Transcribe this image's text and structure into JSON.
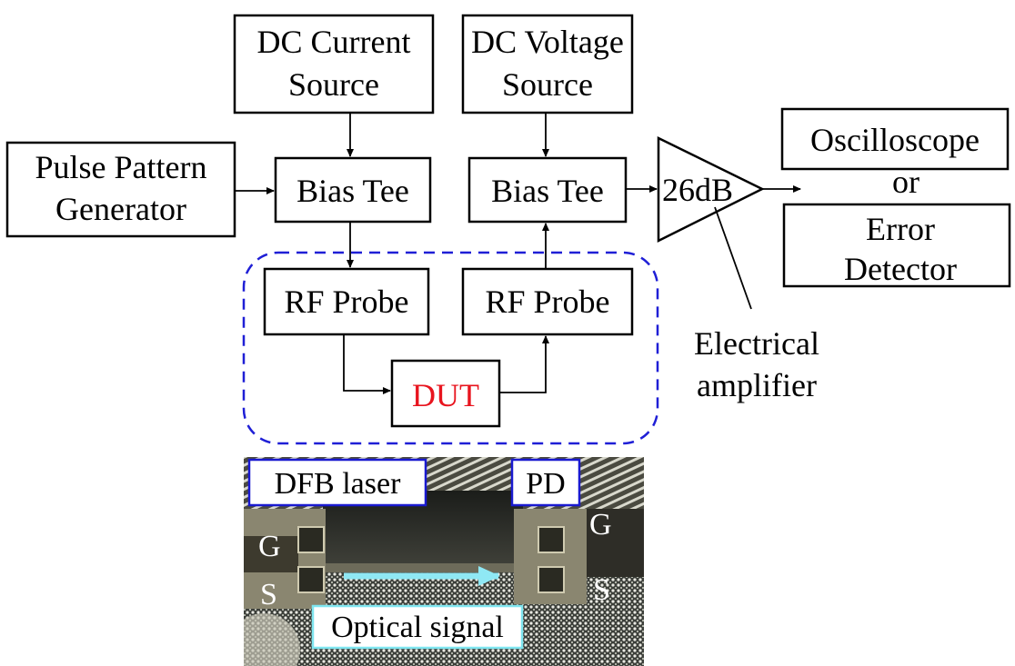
{
  "blocks": {
    "dc_current_source": [
      "DC Current",
      "Source"
    ],
    "dc_voltage_source": [
      "DC Voltage",
      "Source"
    ],
    "pulse_pattern_generator": [
      "Pulse Pattern",
      "Generator"
    ],
    "bias_tee_left": "Bias Tee",
    "bias_tee_right": "Bias Tee",
    "rf_probe_left": "RF Probe",
    "rf_probe_right": "RF Probe",
    "dut": "DUT",
    "amplifier_gain": "26dB",
    "oscilloscope": "Oscilloscope",
    "or_text": "or",
    "error_detector": [
      "Error",
      "Detector"
    ],
    "amplifier_label": [
      "Electrical",
      "amplifier"
    ]
  },
  "photo": {
    "dfb_laser": "DFB laser",
    "pd": "PD",
    "pad_g_left": "G",
    "pad_s_left": "S",
    "pad_g_right": "G",
    "pad_s_right": "S",
    "optical_signal": "Optical signal"
  },
  "colors": {
    "dut_text": "#e8141e",
    "dashed_group": "#1f1fd6",
    "photo_label_border": "#1a1ad0",
    "optical_label_border": "#7fe6f0",
    "optical_arrow": "#8fe8f4"
  }
}
